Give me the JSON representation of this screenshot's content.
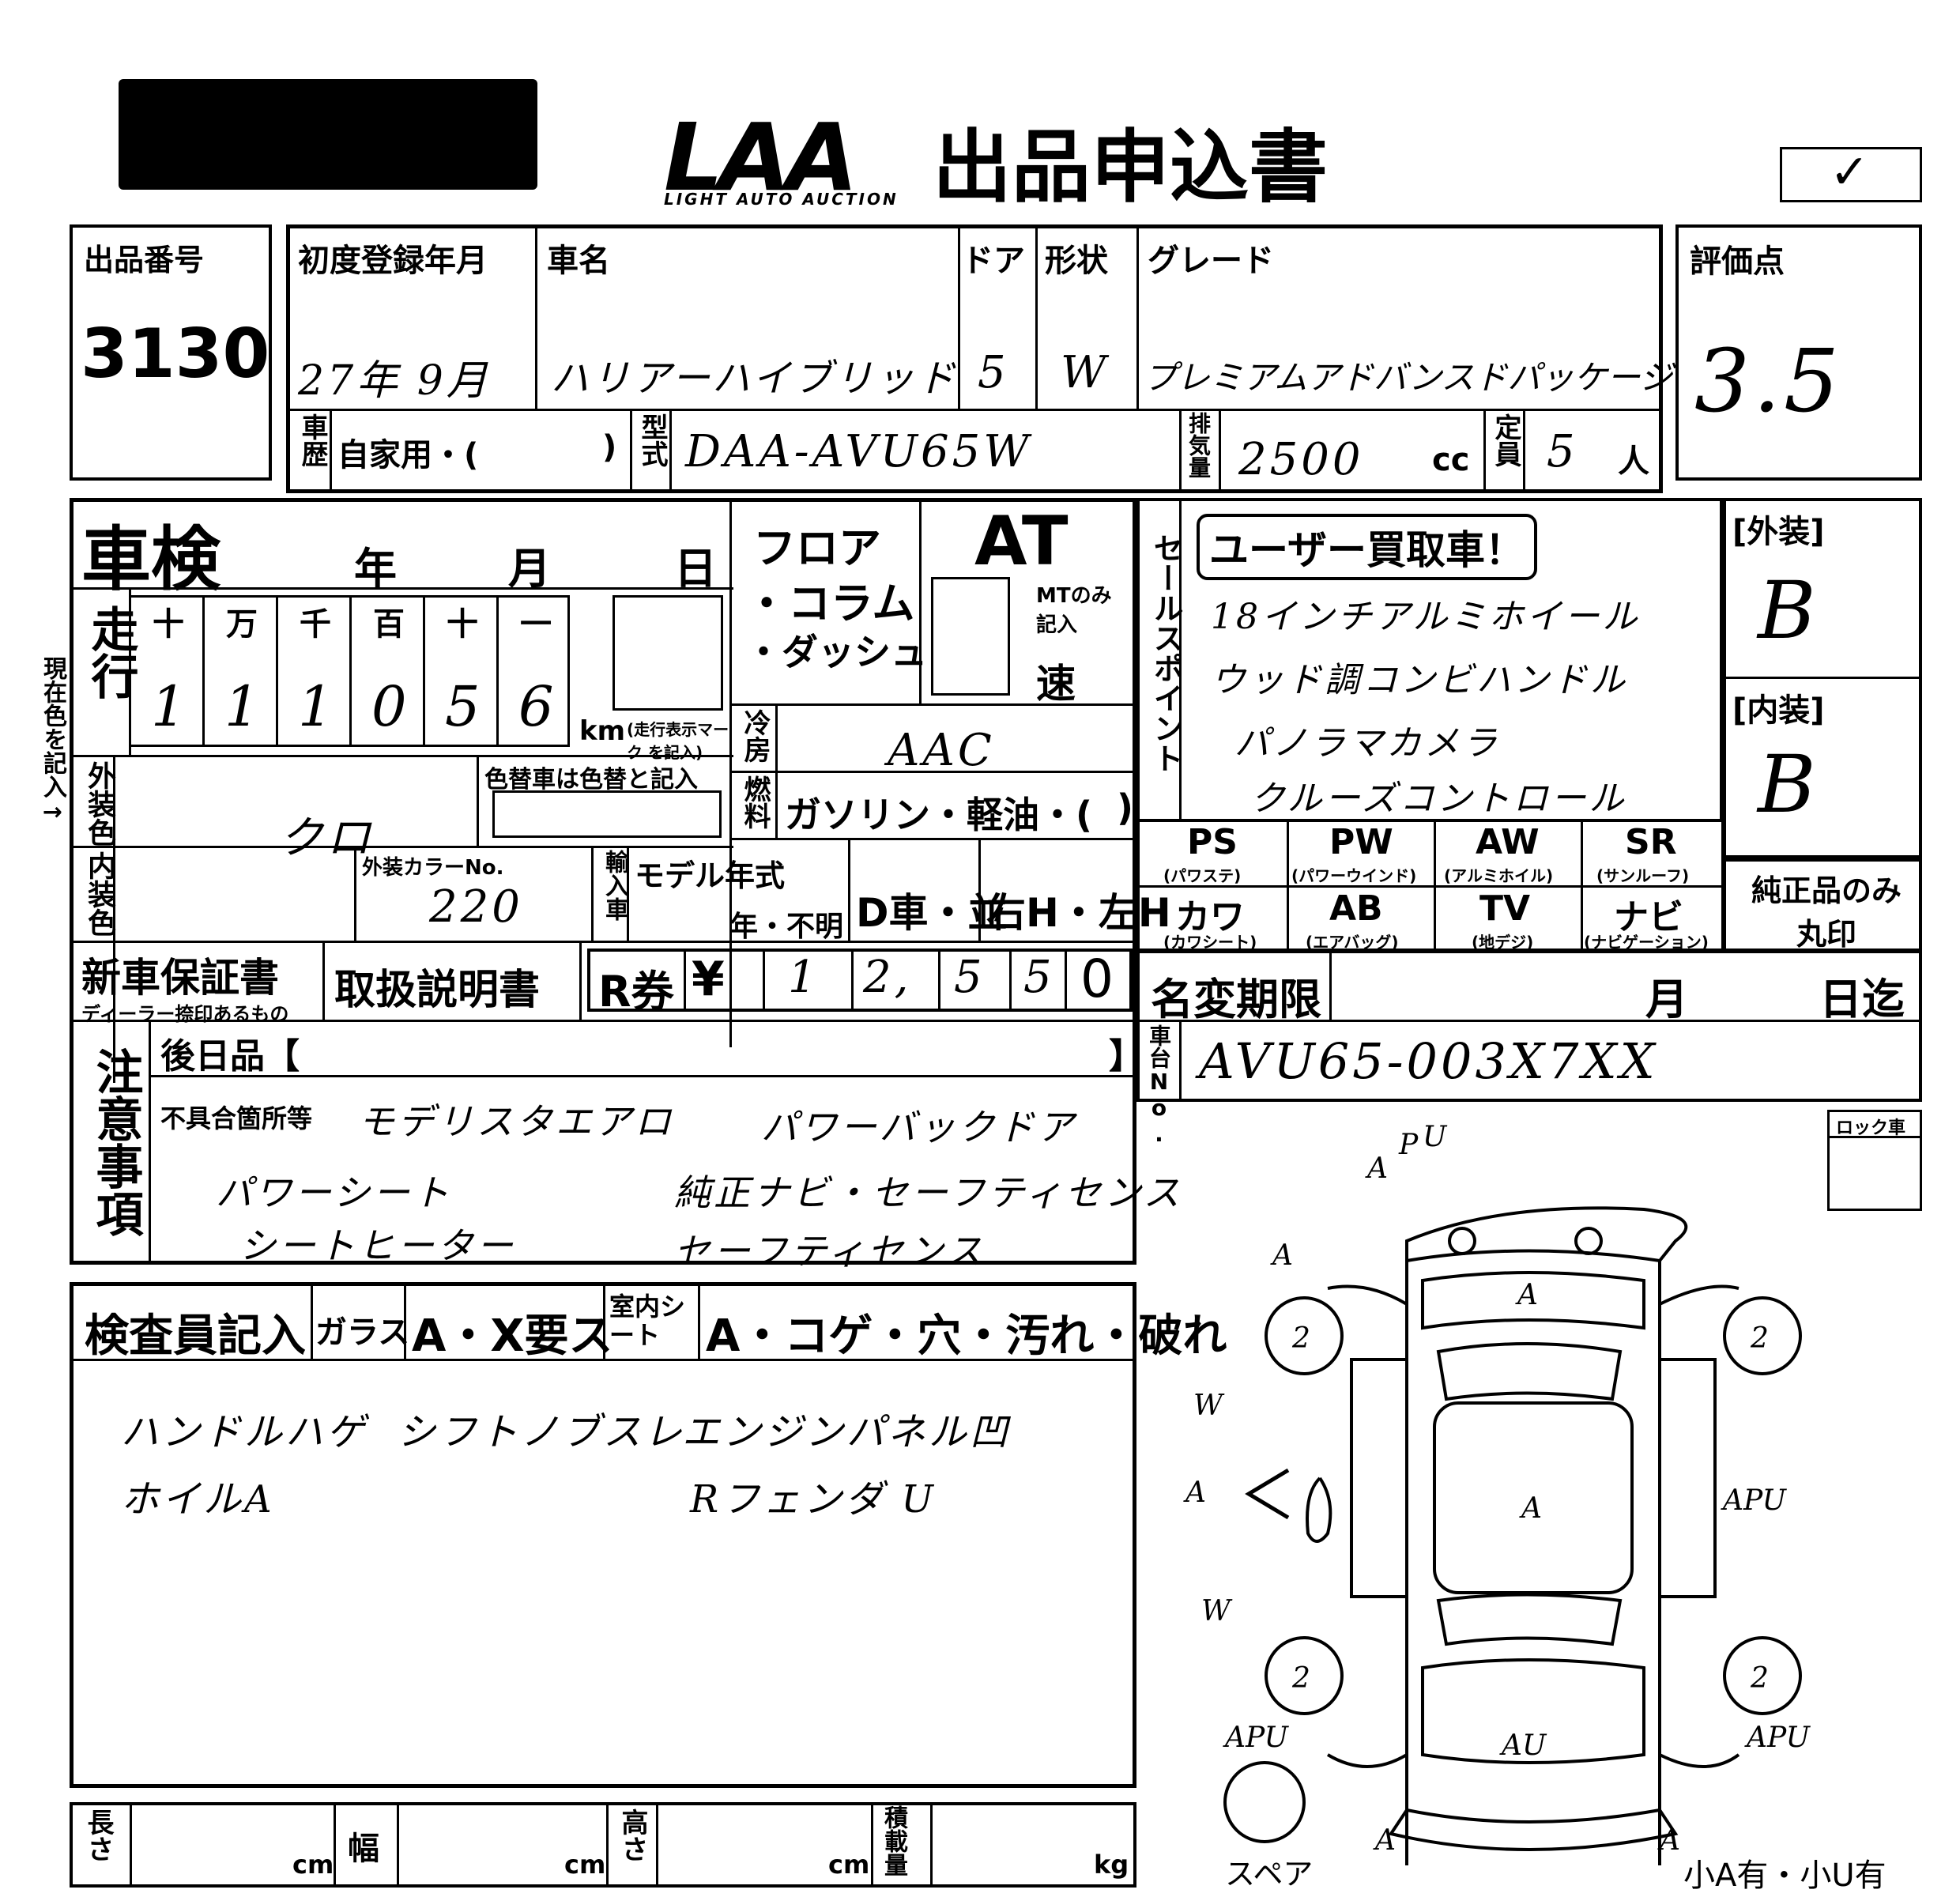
{
  "header": {
    "logo_text": "LAA",
    "logo_sub": "LIGHT AUTO AUCTION",
    "title": "出品申込書",
    "check_mark": "✓"
  },
  "lot": {
    "label": "出品番号",
    "value": "3130"
  },
  "registration": {
    "label_first_reg": "初度登録年月",
    "first_reg": "27年 9月",
    "label_car_name": "車名",
    "car_name": "ハリアーハイブリッド",
    "label_door": "ドア",
    "door": "5",
    "label_shape": "形状",
    "shape": "W",
    "label_grade": "グレード",
    "grade": "プレミアムアドバンスドパッケージ",
    "label_history": "車歴",
    "history": "自家用・(",
    "history_close": ")",
    "label_model": "型式",
    "model": "DAA-AVU65W",
    "label_displacement": "排気量",
    "displacement": "2500",
    "displacement_unit": "cc",
    "label_capacity": "定員",
    "capacity": "5",
    "capacity_unit": "人"
  },
  "score": {
    "label": "評価点",
    "value": "3.5"
  },
  "inspection": {
    "label": "車検",
    "year": "年",
    "month": "月",
    "day": "日"
  },
  "mileage": {
    "label": "走行",
    "digit_labels": [
      "十",
      "万",
      "千",
      "百",
      "十",
      "一"
    ],
    "digits": [
      "1",
      "1",
      "1",
      "0",
      "5",
      "6"
    ],
    "unit": "km",
    "note": "(走行表示マーク を記入)"
  },
  "shift": {
    "floor": "フロア",
    "column": "・コラム",
    "dash": "・ダッシュ",
    "at": "AT",
    "mt_note": "MTのみ 記入",
    "speed": "速"
  },
  "side_note": "現在色を記入→",
  "exterior": {
    "label": "外装色",
    "value": "クロ",
    "repaint_note": "色替車は色替と記入"
  },
  "aircon": {
    "label": "冷房",
    "value": "AAC"
  },
  "fuel": {
    "label": "燃料",
    "value": "ガソリン・軽油・(",
    "close": ")"
  },
  "interior": {
    "label": "内装色",
    "color_no_label": "外装カラーNo.",
    "color_no": "220",
    "import_label": "輸入車",
    "model_year_label": "モデル年式",
    "model_year_value": "年・不明",
    "dealer": "D車・並",
    "handle": "右H・左H"
  },
  "docs": {
    "warranty": "新車保証書",
    "warranty_sub": "ディーラー捺印あるもの",
    "manual": "取扱説明書",
    "recycle_label": "R券",
    "yen": "¥",
    "recycle_amount": [
      "1",
      "2,",
      "5",
      "5",
      "0"
    ]
  },
  "sales_point": {
    "label": "セールスポイント",
    "stamp": "ユーザー買取車！",
    "lines": [
      "18インチアルミホイール",
      "ウッド調コンビハンドル",
      "パノラマカメラ",
      "クルーズコントロール"
    ]
  },
  "grades": {
    "exterior_label": "[外装]",
    "exterior": "B",
    "interior_label": "[内装]",
    "interior": "B"
  },
  "equipment": [
    {
      "code": "PS",
      "sub": "(パワステ)"
    },
    {
      "code": "PW",
      "sub": "(パワーウインド)"
    },
    {
      "code": "AW",
      "sub": "(アルミホイル)"
    },
    {
      "code": "SR",
      "sub": "(サンルーフ)"
    },
    {
      "code": "カワ",
      "sub": "(カワシート)"
    },
    {
      "code": "AB",
      "sub": "(エアバッグ)"
    },
    {
      "code": "TV",
      "sub": "(地デジ)"
    },
    {
      "code": "ナビ",
      "sub": "(ナビゲーション)"
    }
  ],
  "genuine": "純正品のみ 丸印",
  "name_change": {
    "label": "名変期限",
    "month": "月",
    "until": "日迄"
  },
  "chassis": {
    "label": "車台No.",
    "value": "AVU65-003X7XX"
  },
  "lock_label": "ロック車",
  "notes": {
    "label": "注意事項",
    "later_label": "後日品【",
    "later_close": "】",
    "defect_label": "不具合箇所等",
    "items": [
      "モデリスタエアロ",
      "パワーバックドア",
      "パワーシート",
      "純正ナビ・セーフティセンス",
      "シートヒーター",
      "セーフティセンス"
    ]
  },
  "inspector": {
    "label": "検査員記入",
    "glass_label": "ガラス",
    "glass_value": "A・X要ス",
    "seat_label": "室内シート",
    "seat_value": "A・コゲ・穴・汚れ・破れ",
    "remarks": [
      "ハンドルハゲ",
      "シフトノブスレ",
      "エンジンパネル凹",
      "ホイルA",
      "Rフェンダ U"
    ]
  },
  "dims": {
    "length": "長さ",
    "width": "幅",
    "height": "高さ",
    "load": "積載量",
    "cm": "cm",
    "kg": "kg"
  },
  "diagram": {
    "marks": [
      "A",
      "P",
      "U",
      "A",
      "A",
      "2",
      "2",
      "2",
      "2",
      "A",
      "APU",
      "APU",
      "APU",
      "A",
      "AU",
      "A",
      "A",
      "W",
      "W"
    ],
    "spare_label": "スペア",
    "small_note": "小A有・小U有"
  }
}
